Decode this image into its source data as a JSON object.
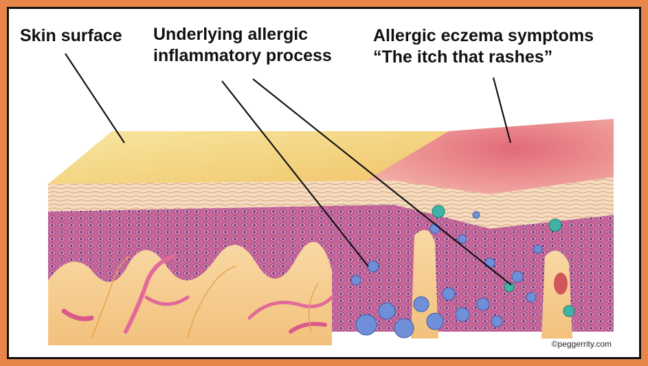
{
  "labels": {
    "skin_surface": "Skin surface",
    "underlying_line1": "Underlying allergic",
    "underlying_line2": "inflammatory process",
    "symptoms_line1": "Allergic eczema symptoms",
    "symptoms_line2": "“The itch that rashes”"
  },
  "credit": "©peggerrity.com",
  "colors": {
    "outer_border": "#e8864a",
    "skin_surface": "#f5d27a",
    "epidermis": "#c96a9a",
    "dermis": "#f6c98a",
    "rash": "#e98d95",
    "immune_cells": "#6f8fd8",
    "mast_cells": "#3fb3a6",
    "vessels": "#e26a9a"
  }
}
